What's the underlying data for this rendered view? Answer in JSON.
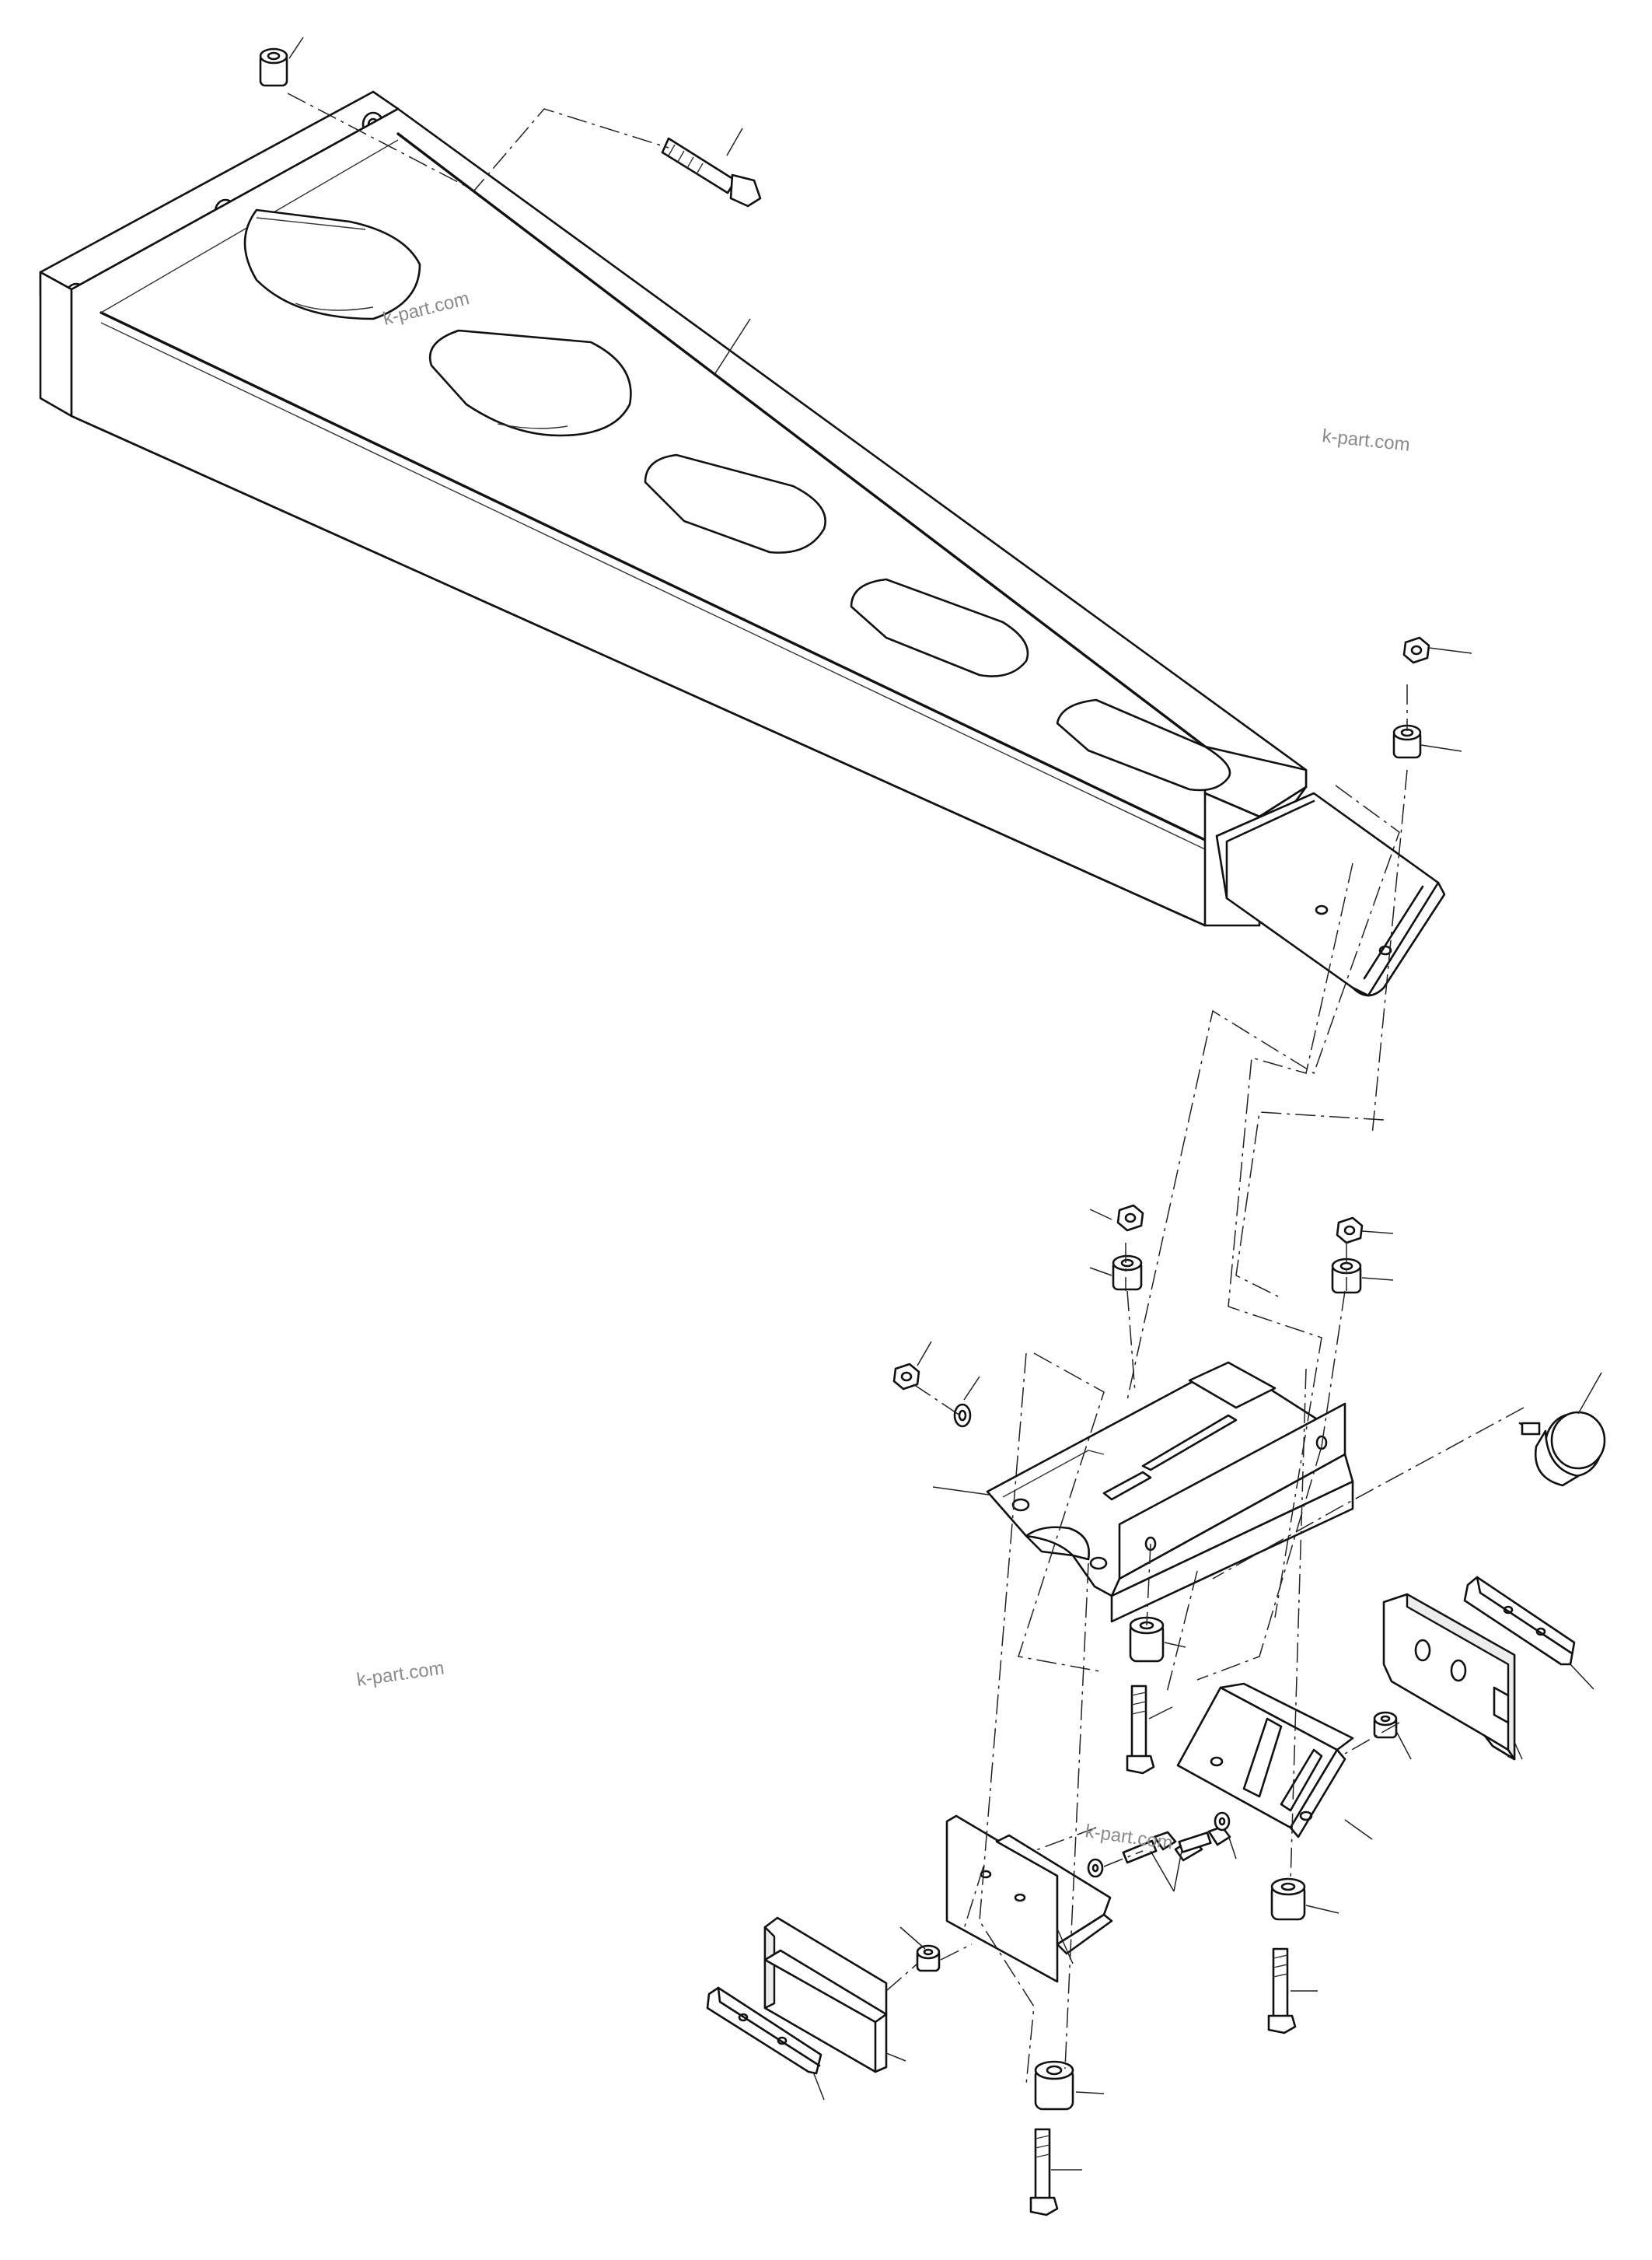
{
  "diagram": {
    "kind": "exploded parts diagram (boom arm, mounting brackets and fasteners)",
    "watermarks": [
      {
        "id": "wm-1",
        "text": "k-part.com"
      },
      {
        "id": "wm-2",
        "text": "k-part.com"
      },
      {
        "id": "wm-3",
        "text": "k-part.com"
      },
      {
        "id": "wm-4",
        "text": "k-part.com"
      }
    ],
    "colors": {
      "line": "#111111",
      "background": "#ffffff",
      "watermark": "#8a8a8a"
    }
  }
}
